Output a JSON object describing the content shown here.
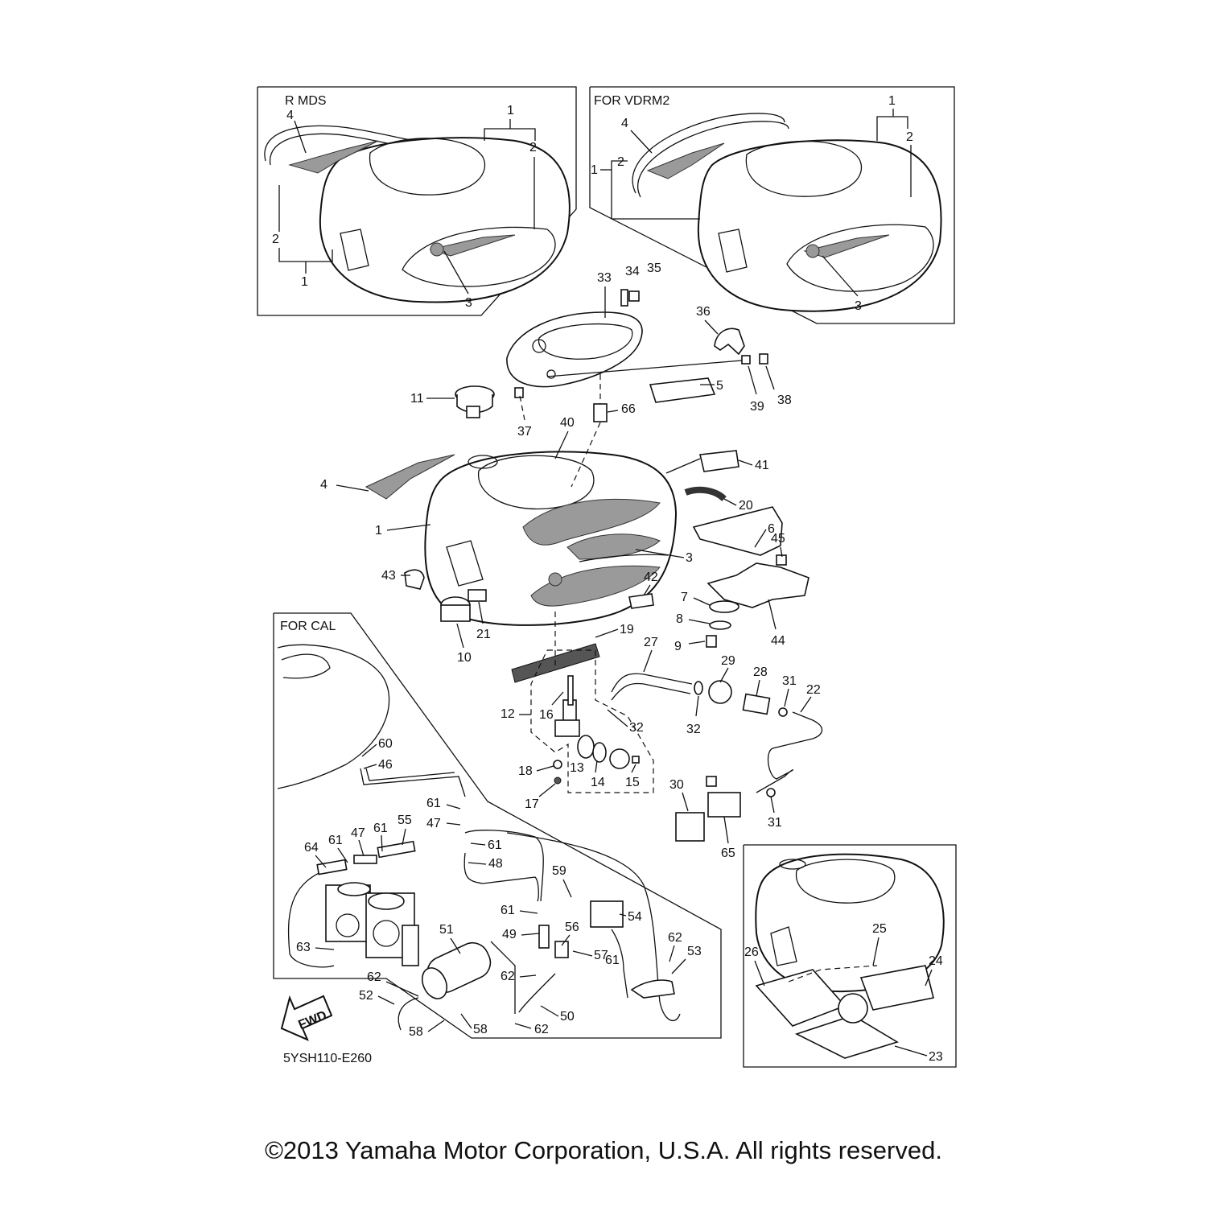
{
  "boxes": {
    "mds_title": "R MDS",
    "vdrm2_title": "FOR VDRM2",
    "cal_title": "FOR CAL"
  },
  "diagram_code": "5YSH110-E260",
  "fwd_label": "FWD",
  "copyright": "©2013 Yamaha Motor Corporation, U.S.A. All rights reserved.",
  "callouts": {
    "mds": [
      "1",
      "2",
      "4",
      "2",
      "1",
      "3"
    ],
    "vdrm2": [
      "1",
      "2",
      "4",
      "2",
      "1",
      "3"
    ],
    "main": [
      "33",
      "34",
      "35",
      "36",
      "39",
      "38",
      "5",
      "11",
      "37",
      "66",
      "40",
      "41",
      "4",
      "20",
      "1",
      "6",
      "45",
      "3",
      "43",
      "42",
      "7",
      "8",
      "9",
      "44",
      "21",
      "10",
      "19",
      "27",
      "29",
      "28",
      "31",
      "22",
      "12",
      "16",
      "32",
      "32",
      "13",
      "18",
      "14",
      "15",
      "17",
      "30",
      "31",
      "65"
    ],
    "cal": [
      "60",
      "46",
      "61",
      "47",
      "61",
      "55",
      "61",
      "47",
      "64",
      "61",
      "48",
      "59",
      "61",
      "54",
      "51",
      "49",
      "56",
      "62",
      "53",
      "57",
      "63",
      "62",
      "61",
      "52",
      "62",
      "50",
      "62",
      "58",
      "58"
    ],
    "pad": [
      "25",
      "26",
      "24",
      "23"
    ]
  }
}
